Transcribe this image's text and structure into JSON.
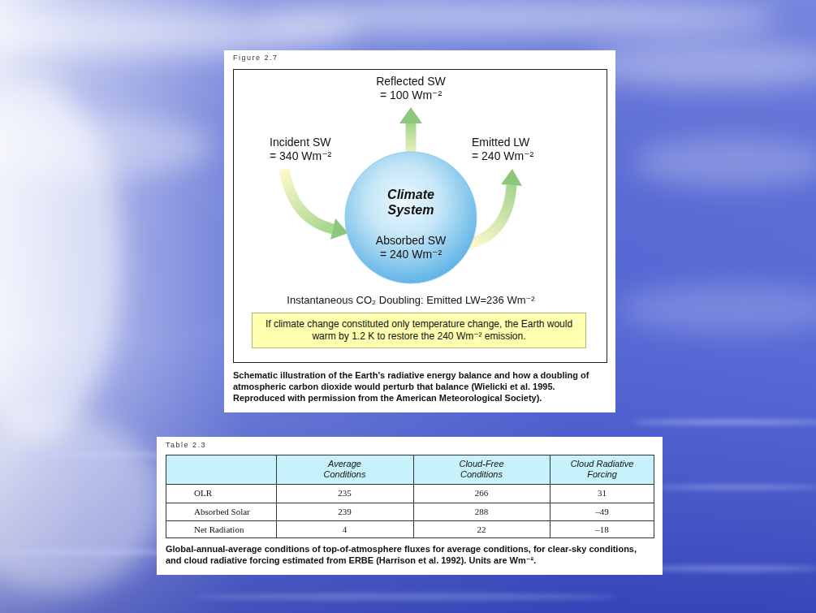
{
  "diagram": {
    "nodes": [
      {
        "text": [
          "Climate System",
          "Absorbed SW = 240 Wm⁻²"
        ]
      },
      {
        "text": [
          "If climate change constituted only temperature change, the Earth would warm by 1.2 K to restore the 240 Wm⁻² emission."
        ]
      }
    ],
    "labels": [
      "Figure 2.7",
      "Reflected SW = 100 Wm⁻²",
      "Incident SW = 340 Wm⁻²",
      "Emitted LW = 240 Wm⁻²",
      "Instantaneous CO₂ Doubling: Emitted LW=236 Wm⁻²",
      "Schematic illustration of the Earth's radiative energy balance and how a doubling of atmospheric carbon dioxide would perturb that balance (Wielicki et al. 1995. Reproduced with permission from the American Meteorological Society).",
      "Table 2.3",
      "Average Conditions",
      "Cloud-Free Conditions",
      "Cloud Radiative Forcing",
      "OLR",
      "235",
      "266",
      "31",
      "Absorbed Solar",
      "239",
      "288",
      "–49",
      "Net Radiation",
      "4",
      "22",
      "–18",
      "Global-annual-average conditions of top-of-atmosphere fluxes for average conditions, for clear-sky conditions, and cloud radiative forcing estimated from ERBE (Harrison et al. 1992). Units are Wm⁻²."
    ]
  }
}
